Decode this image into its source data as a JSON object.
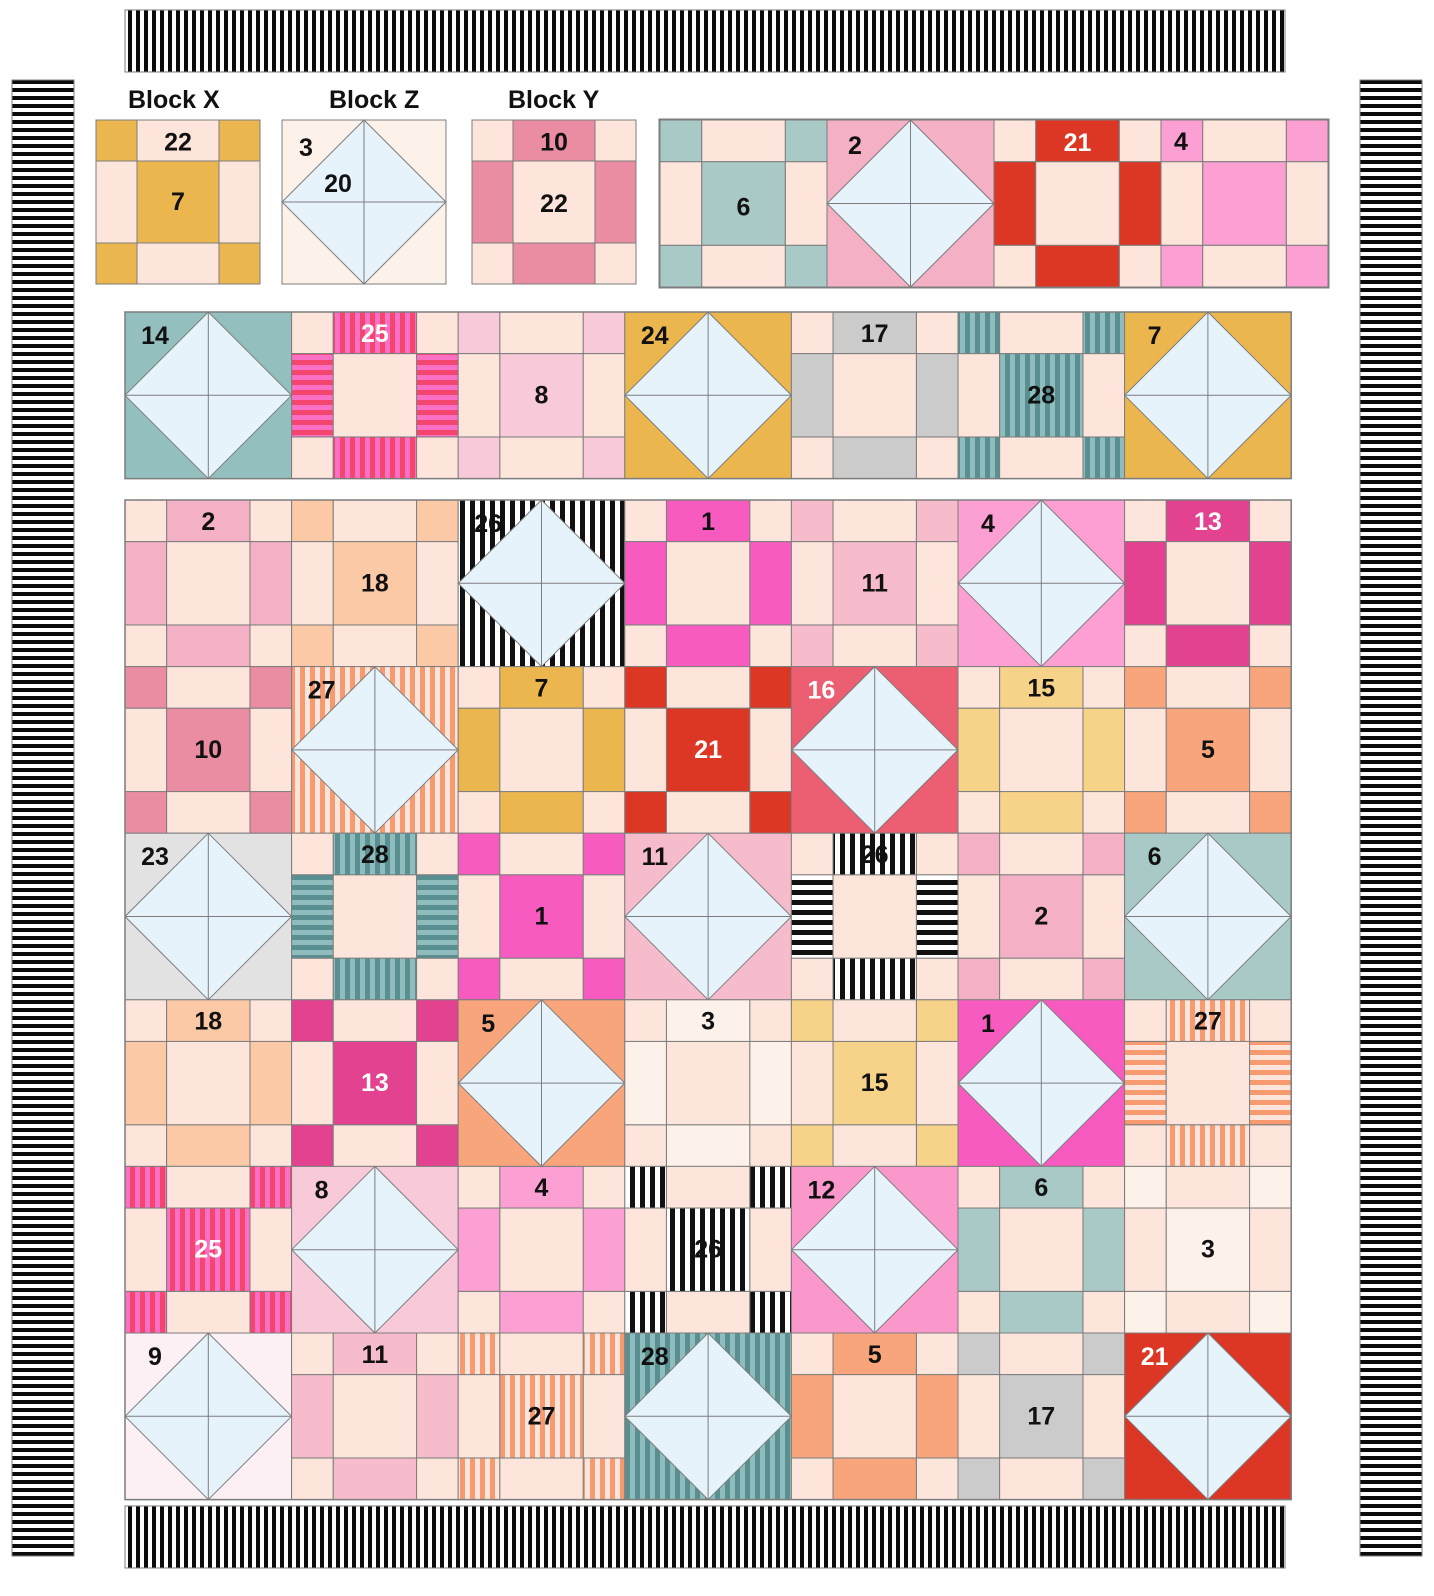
{
  "palette": {
    "background": "#ffffff",
    "light": "#fde5dc",
    "diamond": "#e6f3fb",
    "outline": "#7d7d7d",
    "border_dark": "#0b0b0b",
    "border_light": "#ffffff"
  },
  "fabrics": {
    "1": {
      "color": "#f85bc0",
      "light_label": false
    },
    "2": {
      "color": "#f4b0c4",
      "light_label": false
    },
    "3": {
      "color": "#fdf2ea",
      "light_label": false
    },
    "4": {
      "color": "#fc9fd2",
      "light_label": false
    },
    "5": {
      "color": "#f9a57b",
      "light_label": false
    },
    "6": {
      "color": "#a8c9c6",
      "light_label": false
    },
    "7": {
      "color": "#ecb64e",
      "light_label": false
    },
    "8": {
      "color": "#f8c9d8",
      "light_label": false
    },
    "9": {
      "color": "#fcf0f4",
      "light_label": false
    },
    "10": {
      "color": "#ea8ca2",
      "light_label": false
    },
    "11": {
      "color": "#f7bccb",
      "light_label": false
    },
    "12": {
      "color": "#fa97cb",
      "light_label": false
    },
    "13": {
      "color": "#e2428f",
      "light_label": true
    },
    "14": {
      "color": "#93c0be",
      "light_label": false
    },
    "15": {
      "color": "#f7d289",
      "light_label": false
    },
    "16": {
      "color": "#ec5f73",
      "light_label": true
    },
    "17": {
      "color": "#cbcbcb",
      "light_label": false
    },
    "18": {
      "color": "#fbc9a6",
      "light_label": false
    },
    "20": {
      "color": "#fde5dc",
      "light_label": false
    },
    "21": {
      "color": "#dc3624",
      "light_label": true
    },
    "22": {
      "color": "#fde5dc",
      "light_label": false
    },
    "23": {
      "color": "#e2e2e2",
      "light_label": false
    },
    "24": {
      "color": "#ecb64e",
      "light_label": false
    },
    "25": {
      "color": "#f4456f",
      "light_label": true,
      "stripe": "#fb6fc5"
    },
    "26": {
      "color": "#111111",
      "light_label": false,
      "stripe": "#ffffff"
    },
    "27": {
      "color": "#f89a6f",
      "light_label": false,
      "stripe": "#fde5dc"
    },
    "28": {
      "color": "#8fbcbc",
      "light_label": false,
      "stripe": "#5a8f91"
    }
  },
  "legend": {
    "block_x_label": "Block X",
    "block_z_label": "Block Z",
    "block_y_label": "Block Y",
    "block_x": {
      "type": "X",
      "center": "7",
      "frame": "22",
      "labels": [
        "22",
        "7"
      ]
    },
    "block_z": {
      "type": "Z",
      "fabric": "20",
      "labels": [
        "3",
        "20"
      ]
    },
    "block_y": {
      "type": "Y",
      "center": "22",
      "frame": "10",
      "labels": [
        "10",
        "22"
      ]
    },
    "samples": [
      {
        "type": "X",
        "fabric": "6",
        "label": "6"
      },
      {
        "type": "Z",
        "fabric": "2",
        "label": "2"
      },
      {
        "type": "Y",
        "fabric": "21",
        "label": "21"
      },
      {
        "type": "XP",
        "fabric": "4",
        "label": "4"
      }
    ]
  },
  "row_top": [
    {
      "type": "Z",
      "fabric": "14",
      "label": "14"
    },
    {
      "type": "Y",
      "fabric": "25",
      "label": "25"
    },
    {
      "type": "X",
      "fabric": "8",
      "label": "8"
    },
    {
      "type": "Z",
      "fabric": "24",
      "label": "24"
    },
    {
      "type": "Y",
      "fabric": "17",
      "label": "17"
    },
    {
      "type": "X",
      "fabric": "28",
      "label": "28"
    },
    {
      "type": "Z",
      "fabric": "7",
      "label": "7"
    }
  ],
  "grid": [
    [
      {
        "type": "Y",
        "fabric": "2",
        "label": "2"
      },
      {
        "type": "X",
        "fabric": "18",
        "label": "18"
      },
      {
        "type": "Z",
        "fabric": "26",
        "label": "26"
      },
      {
        "type": "Y",
        "fabric": "1",
        "label": "1"
      },
      {
        "type": "X",
        "fabric": "11",
        "label": "11"
      },
      {
        "type": "Z",
        "fabric": "4",
        "label": "4"
      },
      {
        "type": "Y",
        "fabric": "13",
        "label": "13"
      }
    ],
    [
      {
        "type": "X",
        "fabric": "10",
        "label": "10"
      },
      {
        "type": "Z",
        "fabric": "27",
        "label": "27"
      },
      {
        "type": "Y",
        "fabric": "7",
        "label": "7"
      },
      {
        "type": "X",
        "fabric": "21",
        "label": "21"
      },
      {
        "type": "Z",
        "fabric": "16",
        "label": "16"
      },
      {
        "type": "Y",
        "fabric": "15",
        "label": "15"
      },
      {
        "type": "X",
        "fabric": "5",
        "label": "5"
      }
    ],
    [
      {
        "type": "Z",
        "fabric": "23",
        "label": "23"
      },
      {
        "type": "Y",
        "fabric": "28",
        "label": "28"
      },
      {
        "type": "X",
        "fabric": "1",
        "label": "1"
      },
      {
        "type": "Z",
        "fabric": "11",
        "label": "11"
      },
      {
        "type": "Y",
        "fabric": "26",
        "label": "26"
      },
      {
        "type": "X",
        "fabric": "2",
        "label": "2"
      },
      {
        "type": "Z",
        "fabric": "6",
        "label": "6"
      }
    ],
    [
      {
        "type": "Y",
        "fabric": "18",
        "label": "18"
      },
      {
        "type": "X",
        "fabric": "13",
        "label": "13"
      },
      {
        "type": "Z",
        "fabric": "5",
        "label": "5"
      },
      {
        "type": "Y",
        "fabric": "3",
        "label": "3"
      },
      {
        "type": "X",
        "fabric": "15",
        "label": "15"
      },
      {
        "type": "Z",
        "fabric": "1",
        "label": "1"
      },
      {
        "type": "Y",
        "fabric": "27",
        "label": "27"
      }
    ],
    [
      {
        "type": "X",
        "fabric": "25",
        "label": "25"
      },
      {
        "type": "Z",
        "fabric": "8",
        "label": "8"
      },
      {
        "type": "Y",
        "fabric": "4",
        "label": "4"
      },
      {
        "type": "X",
        "fabric": "26",
        "label": "26"
      },
      {
        "type": "Z",
        "fabric": "12",
        "label": "12"
      },
      {
        "type": "Y",
        "fabric": "6",
        "label": "6"
      },
      {
        "type": "X",
        "fabric": "3",
        "label": "3"
      }
    ],
    [
      {
        "type": "Z",
        "fabric": "9",
        "label": "9"
      },
      {
        "type": "Y",
        "fabric": "11",
        "label": "11"
      },
      {
        "type": "X",
        "fabric": "27",
        "label": "27"
      },
      {
        "type": "Z",
        "fabric": "28",
        "label": "28"
      },
      {
        "type": "Y",
        "fabric": "5",
        "label": "5"
      },
      {
        "type": "X",
        "fabric": "17",
        "label": "17"
      },
      {
        "type": "Z",
        "fabric": "21",
        "label": "21"
      }
    ]
  ]
}
